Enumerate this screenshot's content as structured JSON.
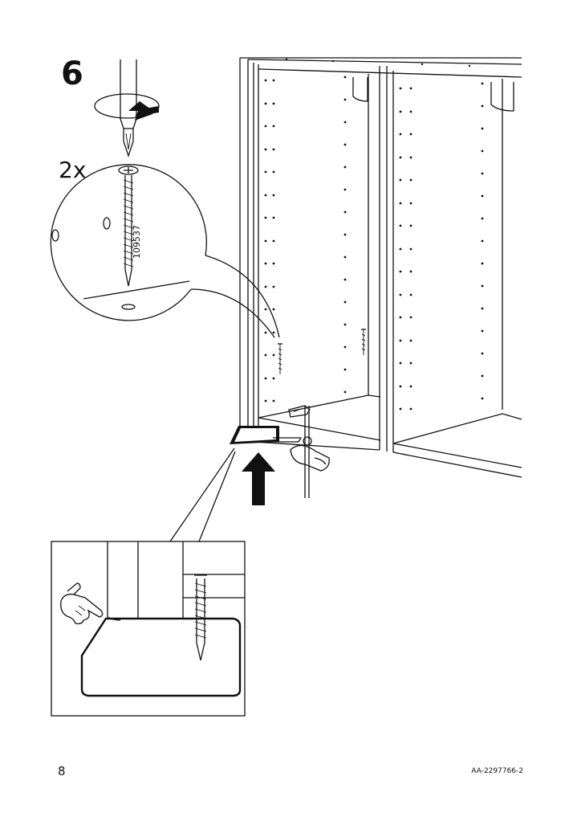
{
  "step": {
    "number": "6"
  },
  "callout": {
    "quantity": "2x",
    "part_number": "109537"
  },
  "footer": {
    "page_number": "8",
    "document_code": "AA-2297766-2"
  },
  "icons": [
    "screwdriver-icon",
    "rotation-arrow-icon",
    "screw-icon",
    "push-arrow-icon",
    "pointing-hand-icon",
    "clamp-icon"
  ]
}
